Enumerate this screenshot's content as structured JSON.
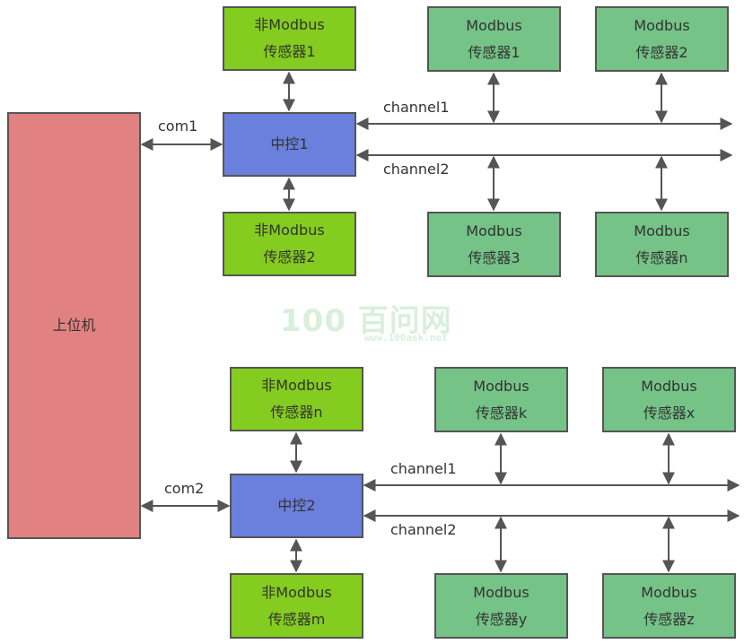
{
  "host": {
    "label": "上位机"
  },
  "links": {
    "com1": "com1",
    "com2": "com2"
  },
  "group1": {
    "controller": "中控1",
    "channel1": "channel1",
    "channel2": "channel2",
    "non_modbus_top": {
      "line1": "非Modbus",
      "line2": "传感器1"
    },
    "non_modbus_bottom": {
      "line1": "非Modbus",
      "line2": "传感器2"
    },
    "modbus_top_1": {
      "line1": "Modbus",
      "line2": "传感器1"
    },
    "modbus_top_2": {
      "line1": "Modbus",
      "line2": "传感器2"
    },
    "modbus_bottom_1": {
      "line1": "Modbus",
      "line2": "传感器3"
    },
    "modbus_bottom_2": {
      "line1": "Modbus",
      "line2": "传感器n"
    }
  },
  "group2": {
    "controller": "中控2",
    "channel1": "channel1",
    "channel2": "channel2",
    "non_modbus_top": {
      "line1": "非Modbus",
      "line2": "传感器n"
    },
    "non_modbus_bottom": {
      "line1": "非Modbus",
      "line2": "传感器m"
    },
    "modbus_top_1": {
      "line1": "Modbus",
      "line2": "传感器k"
    },
    "modbus_top_2": {
      "line1": "Modbus",
      "line2": "传感器x"
    },
    "modbus_bottom_1": {
      "line1": "Modbus",
      "line2": "传感器y"
    },
    "modbus_bottom_2": {
      "line1": "Modbus",
      "line2": "传感器z"
    }
  },
  "watermark": {
    "logo_text": "100 百问网",
    "url": "www.100ask.net"
  },
  "colors": {
    "host": "#e28182",
    "controller": "#6b7fdc",
    "non_modbus_sensor": "#84cc1f",
    "modbus_sensor": "#75c387",
    "connector": "#555555"
  }
}
